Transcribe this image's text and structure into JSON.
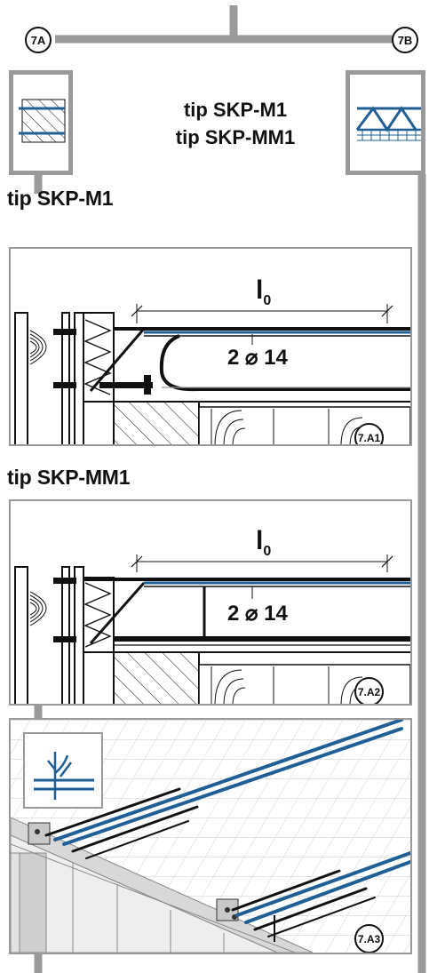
{
  "refs": {
    "left_top": "7A",
    "right_top": "7B",
    "detail_1": "7.A1",
    "detail_2": "7.A2",
    "detail_3": "7.A3"
  },
  "title": {
    "line1": "tip SKP-M1",
    "line2": "tip SKP-MM1"
  },
  "sections": {
    "section1": "tip SKP-M1",
    "section2": "tip SKP-MM1"
  },
  "dimension": {
    "length_symbol": "l",
    "length_subscript": "0",
    "bar_count": "2",
    "bar_symbol": "⌀",
    "bar_diameter": "14"
  },
  "colors": {
    "frame_gray": "#9a9a9a",
    "rebar_blue": "#1f5f96",
    "ink": "#111111"
  }
}
